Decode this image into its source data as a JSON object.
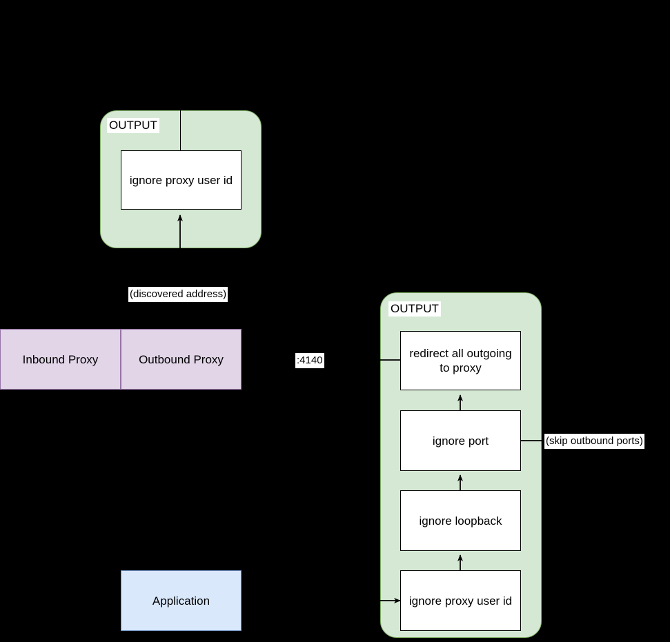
{
  "diagram": {
    "title_visible": false,
    "colors": {
      "group_fill": "#d5e8d4",
      "group_stroke": "#82b366",
      "proxy_fill": "#e1d5e7",
      "proxy_stroke": "#9673a6",
      "app_fill": "#dae8fc",
      "app_stroke": "#6c8ebf",
      "node_fill": "#ffffff",
      "node_stroke": "#000000",
      "background": "#000000"
    },
    "groups": [
      {
        "id": "inbound-output-chain",
        "label": "OUTPUT"
      },
      {
        "id": "outbound-output-chain",
        "label": "OUTPUT"
      }
    ],
    "top_chain": {
      "group_label": "OUTPUT",
      "nodes": [
        {
          "id": "top-ignore-proxy-user-id",
          "label": "ignore proxy user id"
        }
      ]
    },
    "proxy": {
      "inbound_label": "Inbound Proxy",
      "outbound_label": "Outbound Proxy"
    },
    "application": {
      "label": "Application"
    },
    "right_chain": {
      "group_label": "OUTPUT",
      "nodes": [
        {
          "id": "redirect-all-outgoing-to-proxy",
          "label": "redirect all outgoing to proxy"
        },
        {
          "id": "ignore-port",
          "label": "ignore port"
        },
        {
          "id": "ignore-loopback",
          "label": "ignore loopback"
        },
        {
          "id": "right-ignore-proxy-user-id",
          "label": "ignore proxy user id"
        }
      ]
    },
    "edge_labels": {
      "discovered_address": "(discovered address)",
      "proxy_port": ":4140",
      "skip_outbound_ports": "(skip outbound ports)"
    }
  }
}
